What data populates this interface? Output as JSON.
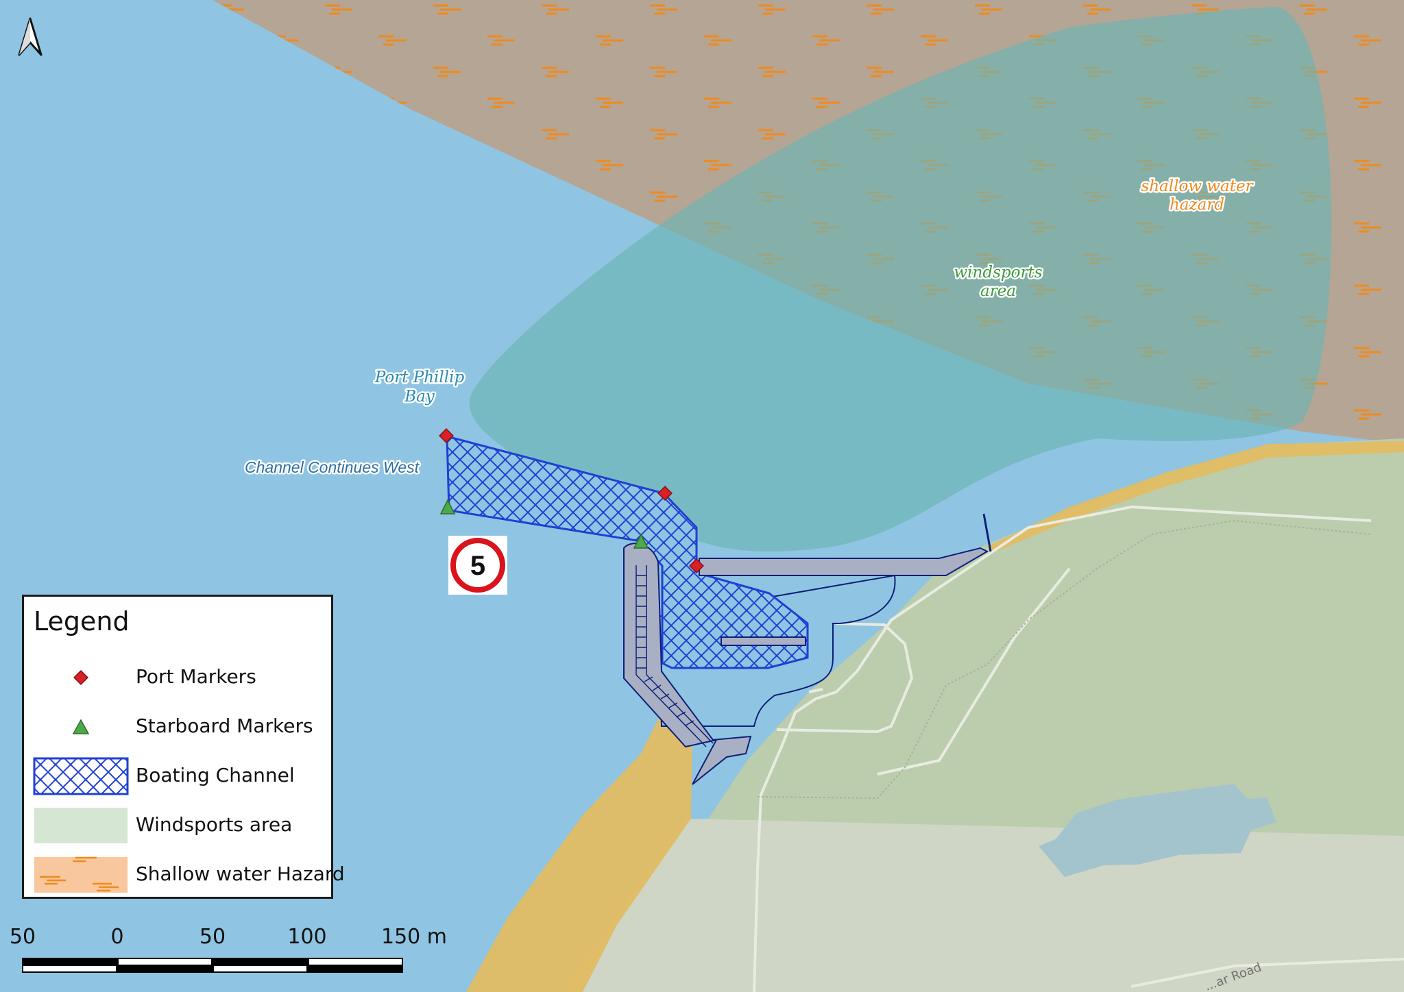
{
  "map": {
    "labels": {
      "port_phillip_line1": "Port Phillip",
      "port_phillip_line2": "Bay",
      "channel_continues": "Channel Continues West",
      "windsports_line1": "windsports",
      "windsports_line2": "area",
      "shallow_line1": "shallow water",
      "shallow_line2": "hazard",
      "road": "...ar Road"
    },
    "speed_limit": "5",
    "colors": {
      "water": "#8fc5e2",
      "shallow_hazard_fill": "#b5a595",
      "shallow_hazard_dash": "#f08a1c",
      "windsports_fill": "#7fbab5",
      "windsports_over_hazard": "#9e9f7c",
      "land_green": "#bccdad",
      "land_grey": "#cfd6c6",
      "beach": "#e2bc63",
      "jetty": "#aab0c4",
      "jetty_outline": "#0d1f7a",
      "channel_outline": "#1f3fd6",
      "port_marker": "#d92027",
      "starboard_marker": "#4caa4a",
      "lake": "#a3c4cc"
    }
  },
  "legend": {
    "title": "Legend",
    "items": [
      {
        "label": "Port Markers",
        "icon": "red-diamond"
      },
      {
        "label": "Starboard Markers",
        "icon": "green-triangle"
      },
      {
        "label": "Boating Channel",
        "icon": "blue-crosshatch"
      },
      {
        "label": "Windsports area",
        "icon": "light-green-fill"
      },
      {
        "label": "Shallow water Hazard",
        "icon": "orange-dash-fill"
      }
    ]
  },
  "scalebar": {
    "ticks": [
      "50",
      "0",
      "50",
      "100",
      "150 m"
    ]
  },
  "north_arrow": {
    "icon": "north-arrow-icon"
  }
}
